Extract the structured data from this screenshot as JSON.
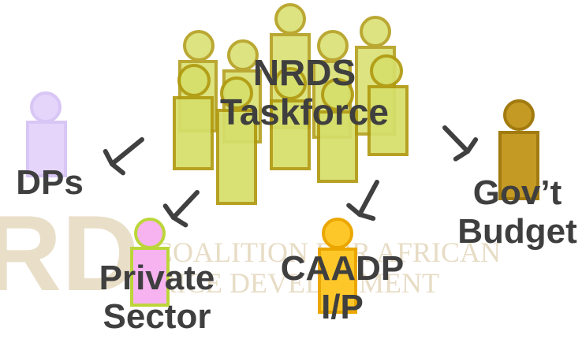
{
  "watermark": {
    "logo_letters": "RD",
    "line1": "COALITION FOR AFRICAN",
    "line2": "RICE DEVELOPMENT"
  },
  "center": {
    "line1": "NRDS",
    "line2": "Taskforce"
  },
  "nodes": {
    "dps": {
      "line1": "DPs"
    },
    "private_sector": {
      "line1": "Private",
      "line2": "Sector"
    },
    "caadp": {
      "line1": "CAADP",
      "line2": "I/P"
    },
    "govt_budget": {
      "line1": "Gov’t",
      "line2": "Budget"
    }
  },
  "colors": {
    "taskforce_fill": "#d6df6a",
    "taskforce_stroke": "#b09a10",
    "dps_fill": "#e5d5fb",
    "dps_stroke": "#d8c6f5",
    "private_fill": "#f7b2f0",
    "private_stroke": "#bcd63a",
    "caadp_fill": "#fdc72a",
    "caadp_stroke": "#eba700",
    "govt_fill": "#c49a24",
    "govt_stroke": "#a27b10",
    "arrow": "#404040",
    "text": "#3f3f3f",
    "watermark": "#d9c7a3"
  },
  "icons": {
    "person": "person-icon",
    "arrow": "arrow-icon"
  }
}
